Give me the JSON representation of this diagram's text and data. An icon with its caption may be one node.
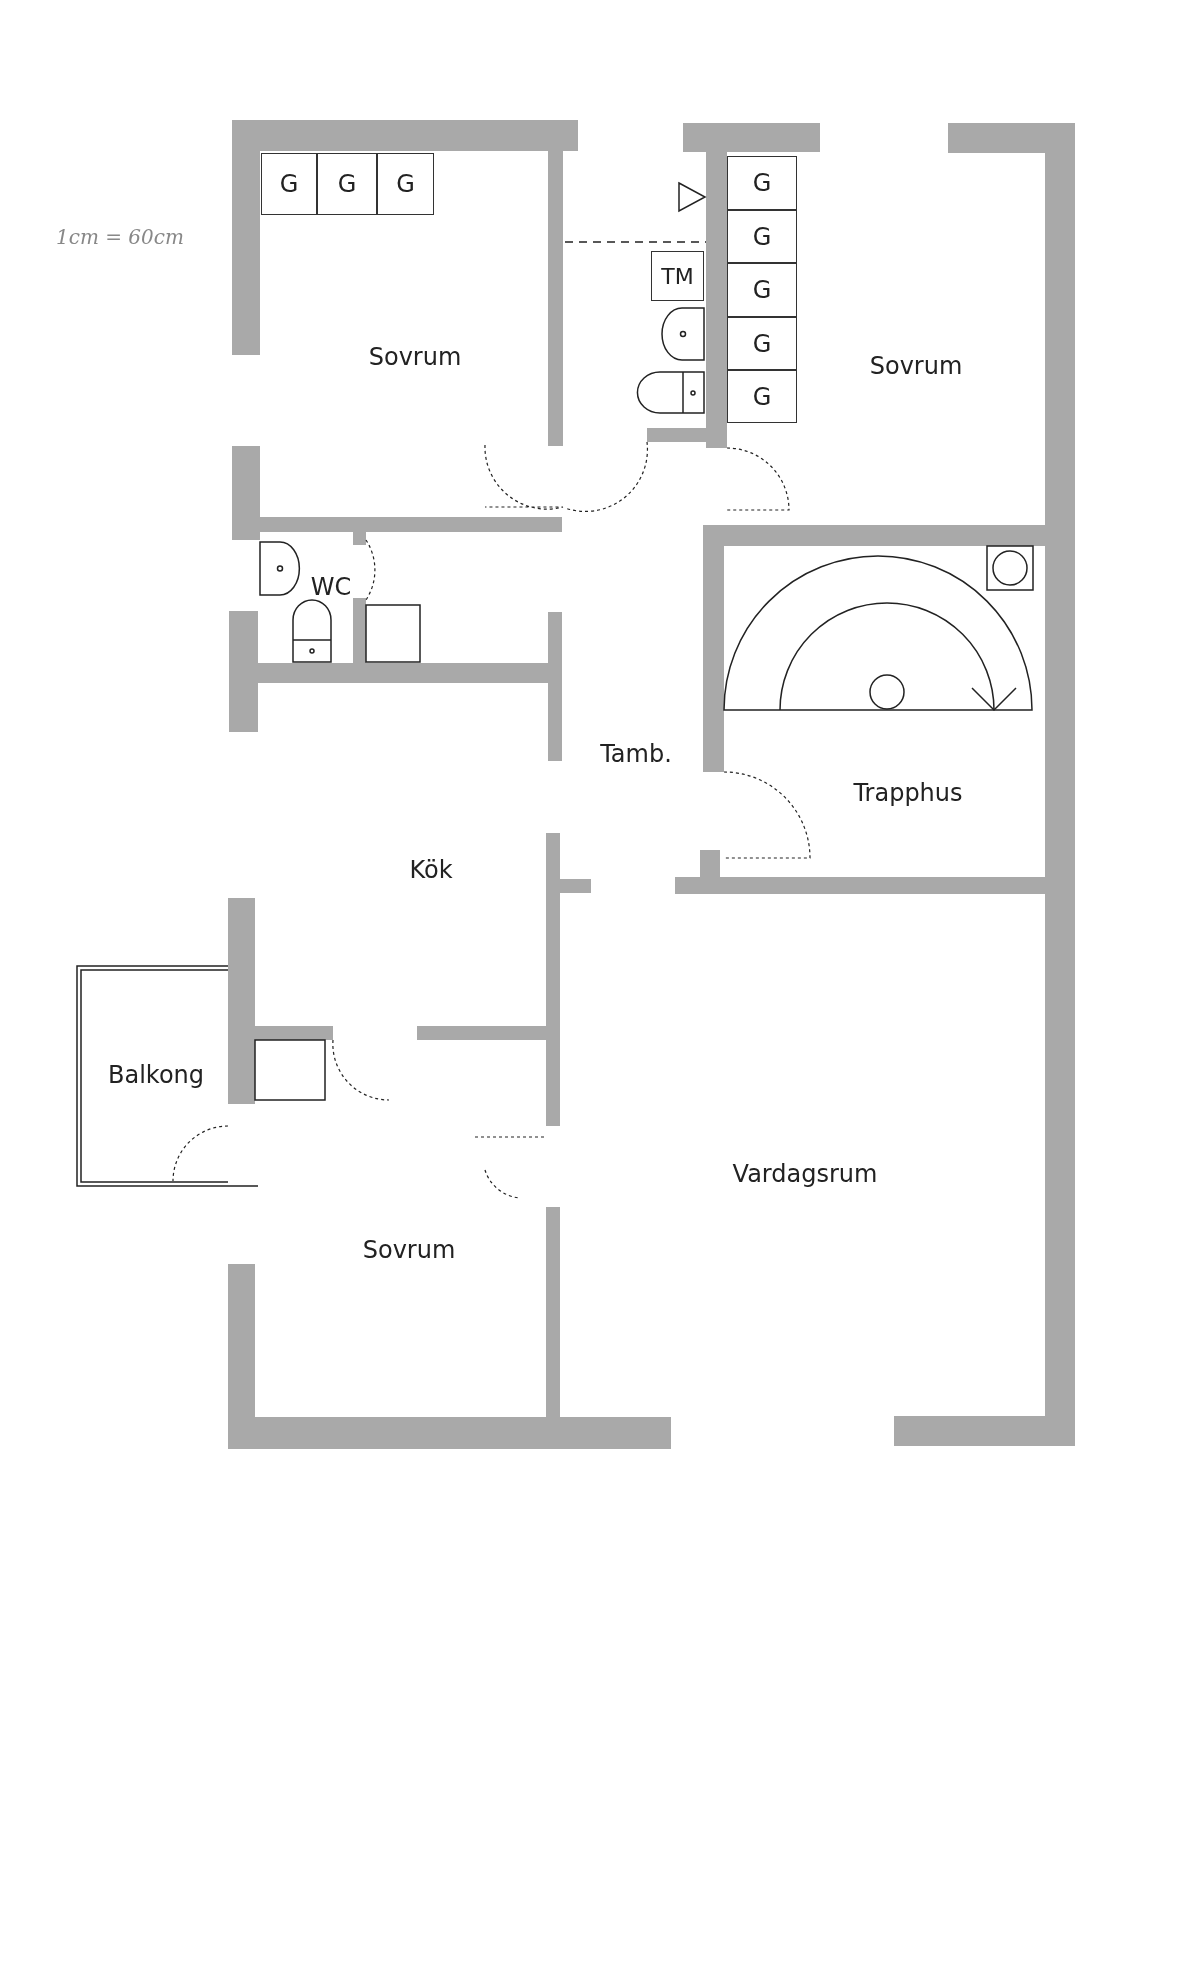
{
  "diagram": {
    "nodes": [
      {
        "text": [
          "G"
        ]
      },
      {
        "text": [
          "G"
        ]
      },
      {
        "text": [
          "G"
        ]
      },
      {
        "text": [
          "G"
        ]
      },
      {
        "text": [
          "G"
        ]
      },
      {
        "text": [
          "G"
        ]
      },
      {
        "text": [
          "G"
        ]
      },
      {
        "text": [
          "G"
        ]
      },
      {
        "text": [
          "TM"
        ]
      }
    ],
    "labels": [
      "1cm = 60cm",
      "Sovrum",
      "Sovrum",
      "WC",
      "Tamb.",
      "Trapphus",
      "Kök",
      "Balkong",
      "Vardagsrum",
      "Sovrum"
    ]
  }
}
